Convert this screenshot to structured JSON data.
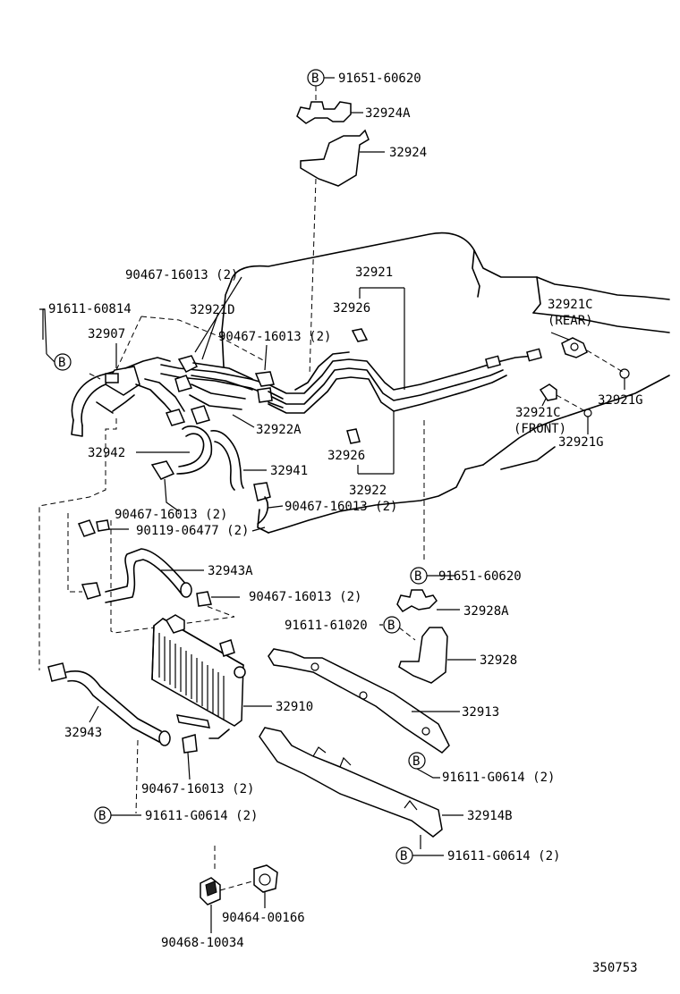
{
  "labels": {
    "p91651_60620_top": "91651-60620",
    "p32924A": "32924A",
    "p32924": "32924",
    "p90467_16013_2_a": "90467-16013 (2)",
    "p32921": "32921",
    "p91611_60814": "91611-60814",
    "p32921D": "32921D",
    "p32926_a": "32926",
    "p32921C_rear": "32921C",
    "rear": "(REAR)",
    "p32907": "32907",
    "p90467_16013_2_b": "90467-16013 (2)",
    "p32921G_a": "32921G",
    "p32922A": "32922A",
    "p32921C_front": "32921C",
    "front": "(FRONT)",
    "p32921G_b": "32921G",
    "p32942": "32942",
    "p32926_b": "32926",
    "p32941": "32941",
    "p32922": "32922",
    "p90467_16013_2_c": "90467-16013 (2)",
    "p90467_16013_2_d": "90467-16013 (2)",
    "p90119_06477_2": "90119-06477 (2)",
    "p32943A": "32943A",
    "p91651_60620_mid": "91651-60620",
    "p90467_16013_2_e": "90467-16013 (2)",
    "p32928A": "32928A",
    "p91611_61020": "91611-61020",
    "p32928": "32928",
    "p32910": "32910",
    "p32913": "32913",
    "p32943": "32943",
    "p91611_G0614_2_a": "91611-G0614 (2)",
    "p90467_16013_2_f": "90467-16013 (2)",
    "p91611_G0614_2_b": "91611-G0614 (2)",
    "p32914B": "32914B",
    "p91611_G0614_2_c": "91611-G0614 (2)",
    "p90464_00166": "90464-00166",
    "p90468_10034": "90468-10034",
    "diagram_number": "350753"
  },
  "markers": {
    "b": "B"
  }
}
